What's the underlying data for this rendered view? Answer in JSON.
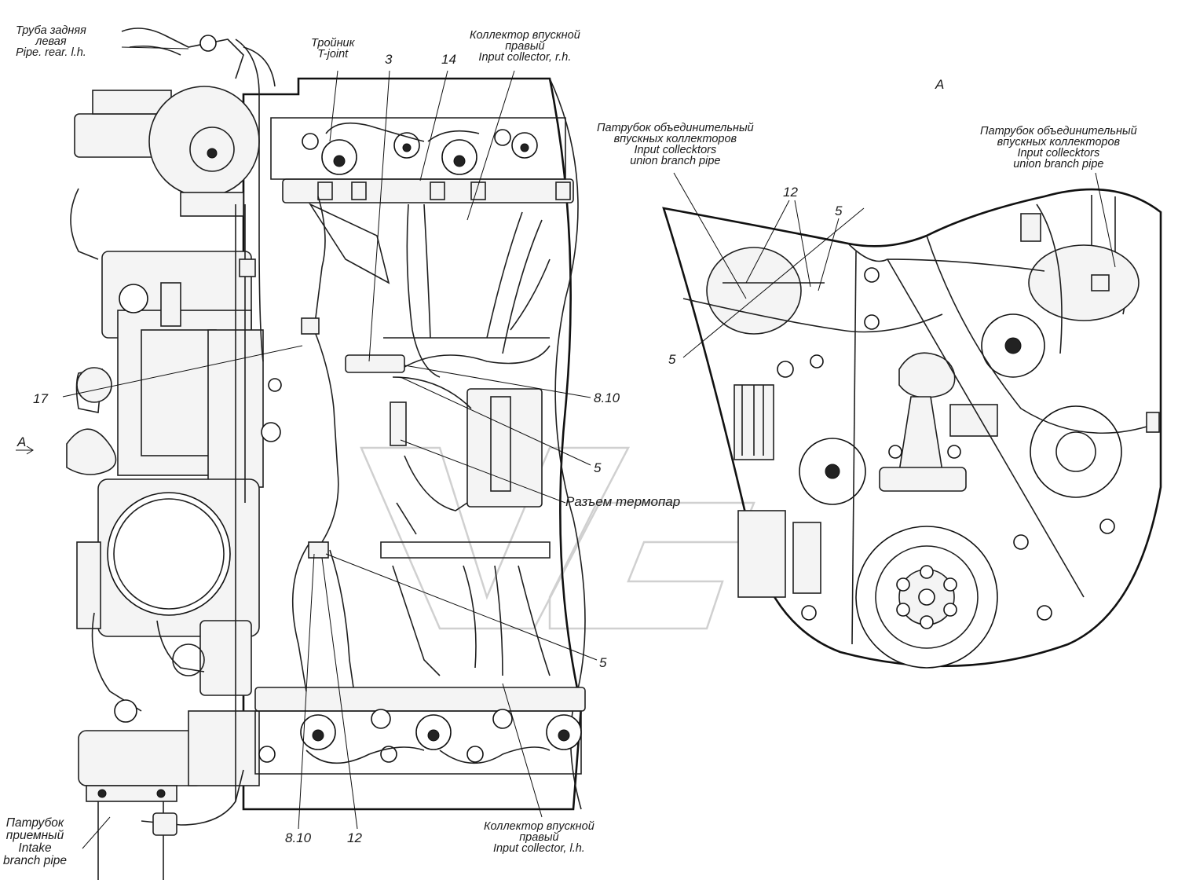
{
  "labels": {
    "pipe_rear": {
      "ru": "Труба задняя\nлевая",
      "en": "Pipe. rear. l.h."
    },
    "tee": {
      "ru": "Тройник",
      "en": "T-joint"
    },
    "collector_rh": {
      "ru": "Коллектор впускной\nправый",
      "en": "Input collector, r.h."
    },
    "union_left": {
      "ru": "Патрубок объединительный\nвпускных коллекторов",
      "en": "Input collecktors\nunion branch pipe"
    },
    "union_right": {
      "ru": "Патрубок объединительный\nвпускных коллекторов",
      "en": "Input collecktors\nunion branch pipe"
    },
    "thermo": {
      "ru": "Разъем термопар"
    },
    "collector_lh": {
      "ru": "Коллектор впускной\nправый",
      "en": "Input collector, l.h."
    },
    "intake": {
      "ru": "Патрубок\nприемный",
      "en": "Intake\nbranch pipe"
    }
  },
  "callouts": {
    "n3": "3",
    "n14": "14",
    "n17": "17",
    "n8_10_right": "8.10",
    "n5_mid": "5",
    "n5_low": "5",
    "n8_10_bottom": "8.10",
    "n12_bottom": "12",
    "n12_view": "12",
    "n5_view_top": "5",
    "n5_view_left": "5"
  },
  "view_labels": {
    "a_title": "А",
    "a_arrow": "А"
  }
}
